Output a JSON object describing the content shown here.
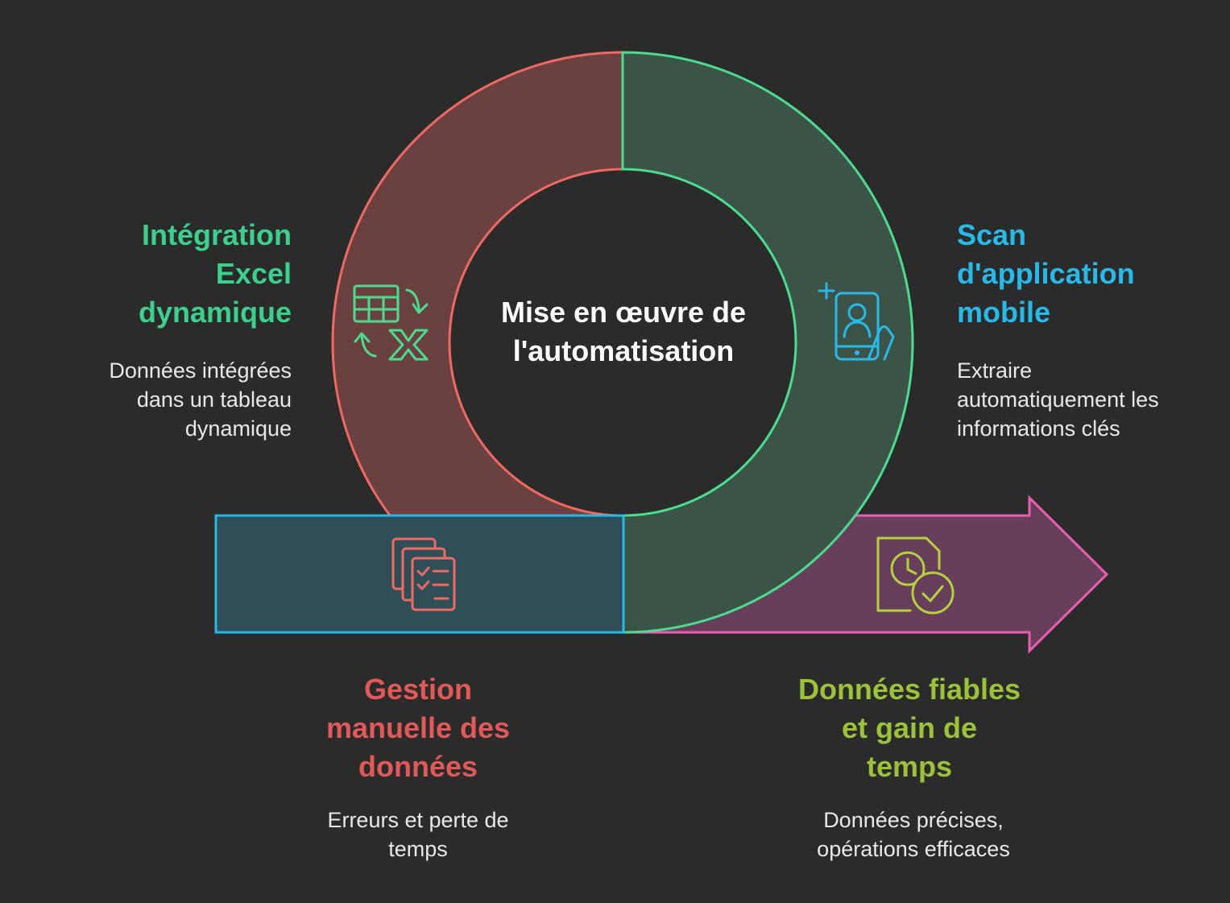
{
  "center": {
    "title": "Mise en œuvre de l'automatisation"
  },
  "items": {
    "excel": {
      "title": "Intégration Excel dynamique",
      "description": "Données intégrées dans un tableau dynamique",
      "icon": "excel-sync-icon",
      "color": "#3ecf8e"
    },
    "scan": {
      "title": "Scan d'application mobile",
      "description": "Extraire automatiquement les informations clés",
      "icon": "mobile-scan-icon",
      "color": "#2ab9e6"
    },
    "manual": {
      "title": "Gestion manuelle des données",
      "description": "Erreurs et perte de temps",
      "icon": "documents-checklist-icon",
      "color": "#e05a5a"
    },
    "reliable": {
      "title": "Données fiables et gain de temps",
      "description": "Données précises, opérations efficaces",
      "icon": "document-clock-check-icon",
      "color": "#9cc23c"
    }
  },
  "colors": {
    "background": "#2b2b2b",
    "red_segment_fill": "#6b4040",
    "red_segment_stroke": "#ee6a62",
    "green_segment_fill": "#3c5448",
    "green_segment_stroke": "#4ddc8f",
    "blue_box_fill": "#2f4e58",
    "blue_box_stroke": "#2ab9e6",
    "arrow_fill": "#673f5a",
    "arrow_stroke": "#e85fb2"
  }
}
